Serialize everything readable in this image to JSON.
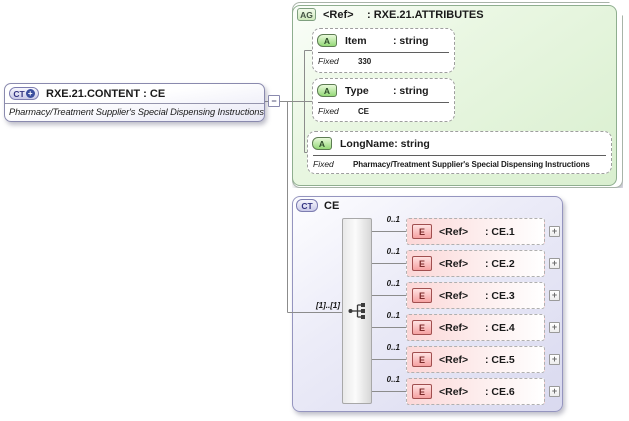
{
  "root": {
    "badge": "CT",
    "badge_plus": "+",
    "title": "RXE.21.CONTENT : CE",
    "subtitle": "Pharmacy/Treatment Supplier's Special Dispensing Instructions",
    "collapse_glyph": "−"
  },
  "attribute_group": {
    "badge": "AG",
    "ref_label": "<Ref>",
    "title": ": RXE.21.ATTRIBUTES",
    "attributes": [
      {
        "badge": "A",
        "name": "Item",
        "type": ": string",
        "fixed_label": "Fixed",
        "fixed_value": "330"
      },
      {
        "badge": "A",
        "name": "Type",
        "type": ": string",
        "fixed_label": "Fixed",
        "fixed_value": "CE"
      },
      {
        "badge": "A",
        "name": "LongName",
        "type": ": string",
        "fixed_label": "Fixed",
        "fixed_value": "Pharmacy/Treatment Supplier's Special Dispensing Instructions"
      }
    ]
  },
  "complex_type": {
    "badge": "CT",
    "title": "CE",
    "cardinality": "[1]..[1]",
    "expand_glyph": "+",
    "elements": [
      {
        "badge": "E",
        "ref_label": "<Ref>",
        "type": ": CE.1",
        "cardinality": "0..1"
      },
      {
        "badge": "E",
        "ref_label": "<Ref>",
        "type": ": CE.2",
        "cardinality": "0..1"
      },
      {
        "badge": "E",
        "ref_label": "<Ref>",
        "type": ": CE.3",
        "cardinality": "0..1"
      },
      {
        "badge": "E",
        "ref_label": "<Ref>",
        "type": ": CE.4",
        "cardinality": "0..1"
      },
      {
        "badge": "E",
        "ref_label": "<Ref>",
        "type": ": CE.5",
        "cardinality": "0..1"
      },
      {
        "badge": "E",
        "ref_label": "<Ref>",
        "type": ": CE.6",
        "cardinality": "0..1"
      }
    ]
  },
  "colors": {
    "attribute_group_border": "#8fae8f",
    "complex_type_border": "#9595bf",
    "element_accent": "#a14f4f",
    "attribute_accent": "#5d7c52",
    "connector": "#8c8c8c"
  }
}
